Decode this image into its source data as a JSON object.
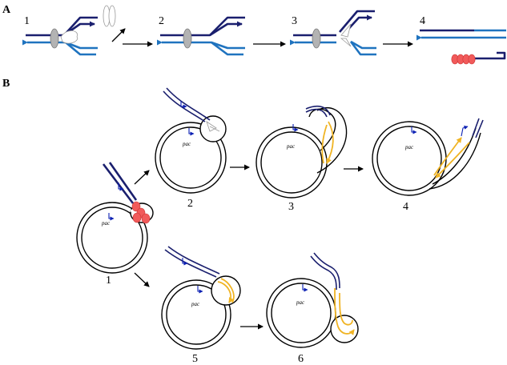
{
  "panels": [
    {
      "letter": "A",
      "steps": [
        "1",
        "2",
        "3",
        "4"
      ]
    },
    {
      "letter": "B",
      "steps": [
        "1",
        "2",
        "3",
        "4",
        "5",
        "6"
      ]
    }
  ],
  "labels": {
    "pac": "pac"
  },
  "colors": {
    "dna_dark": "#1a1f6e",
    "dna_light": "#1f73bf",
    "protein_red": "#f15a5a",
    "clamp_gray": "#b3b3b3",
    "yellow_strand": "#f0b424",
    "promoter_blue": "#0b1fb3"
  }
}
